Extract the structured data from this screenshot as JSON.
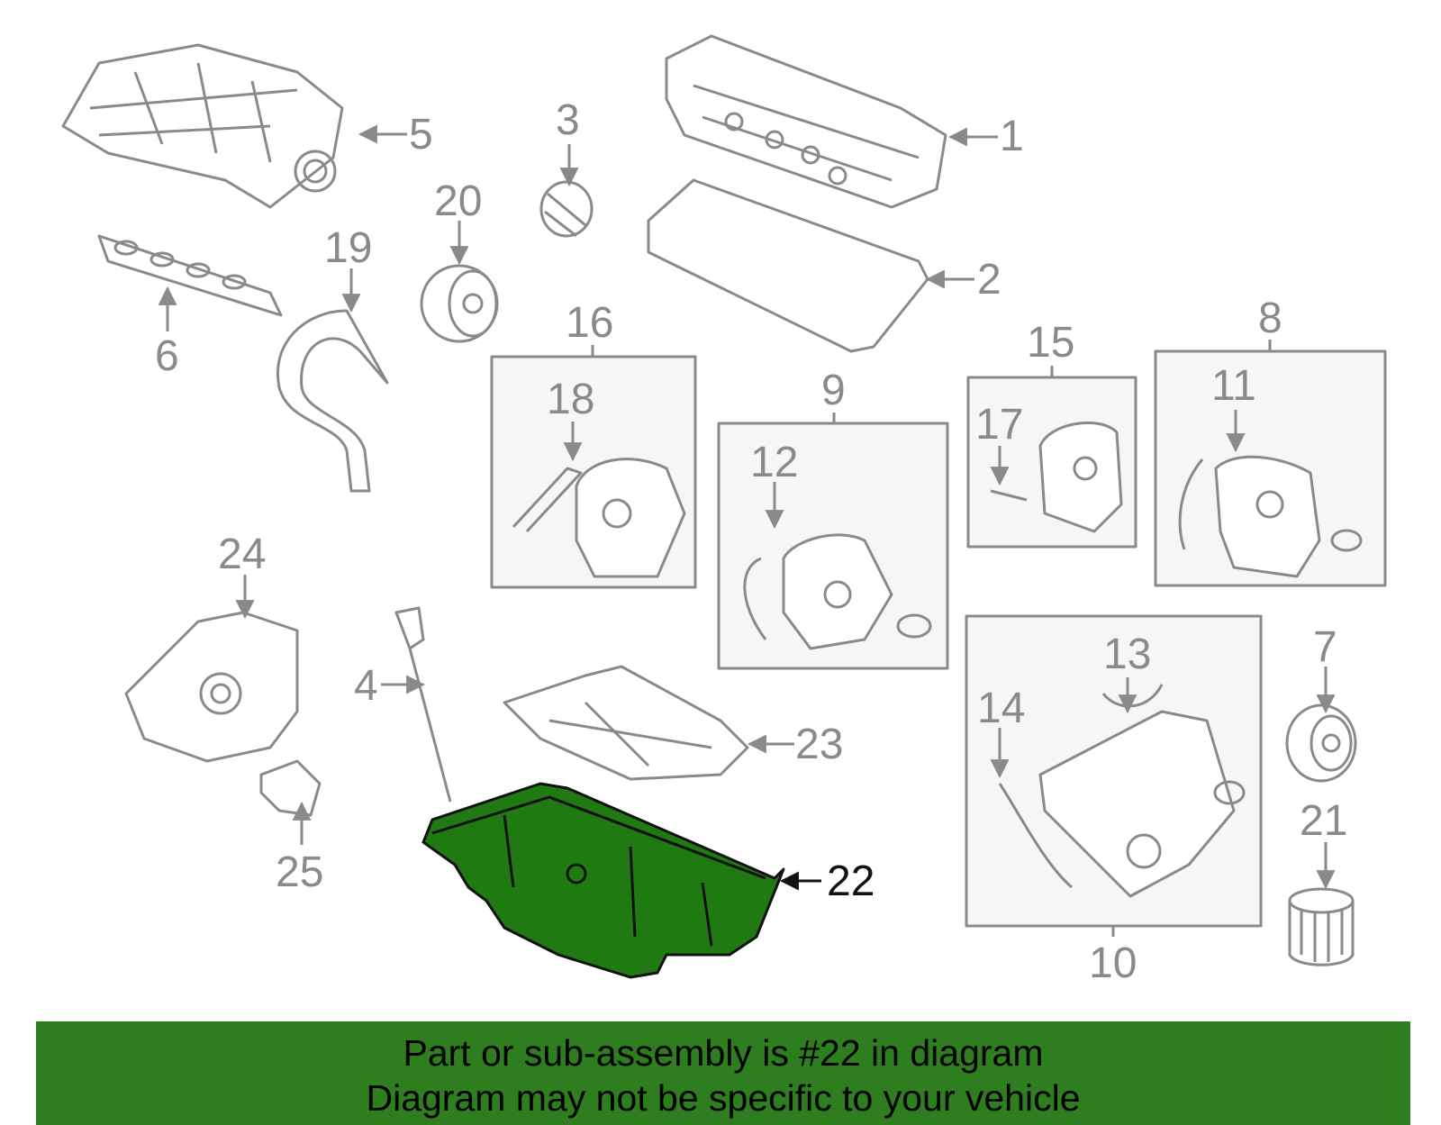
{
  "colors": {
    "part_stroke": "#8a8a8a",
    "box_fill": "#f6f6f6",
    "highlight_fill": "#1f7a12",
    "highlight_stroke": "#111111",
    "banner_bg": "#2e7d1e"
  },
  "callouts": {
    "c1": "1",
    "c2": "2",
    "c3": "3",
    "c4": "4",
    "c5": "5",
    "c6": "6",
    "c7": "7",
    "c8": "8",
    "c9": "9",
    "c10": "10",
    "c11": "11",
    "c12": "12",
    "c13": "13",
    "c14": "14",
    "c15": "15",
    "c16": "16",
    "c17": "17",
    "c18": "18",
    "c19": "19",
    "c20": "20",
    "c21": "21",
    "c22": "22",
    "c23": "23",
    "c24": "24",
    "c25": "25"
  },
  "highlighted_part": "22",
  "banner": {
    "line1": "Part or sub-assembly is #22 in diagram",
    "line2": "Diagram may not be specific to your vehicle"
  }
}
